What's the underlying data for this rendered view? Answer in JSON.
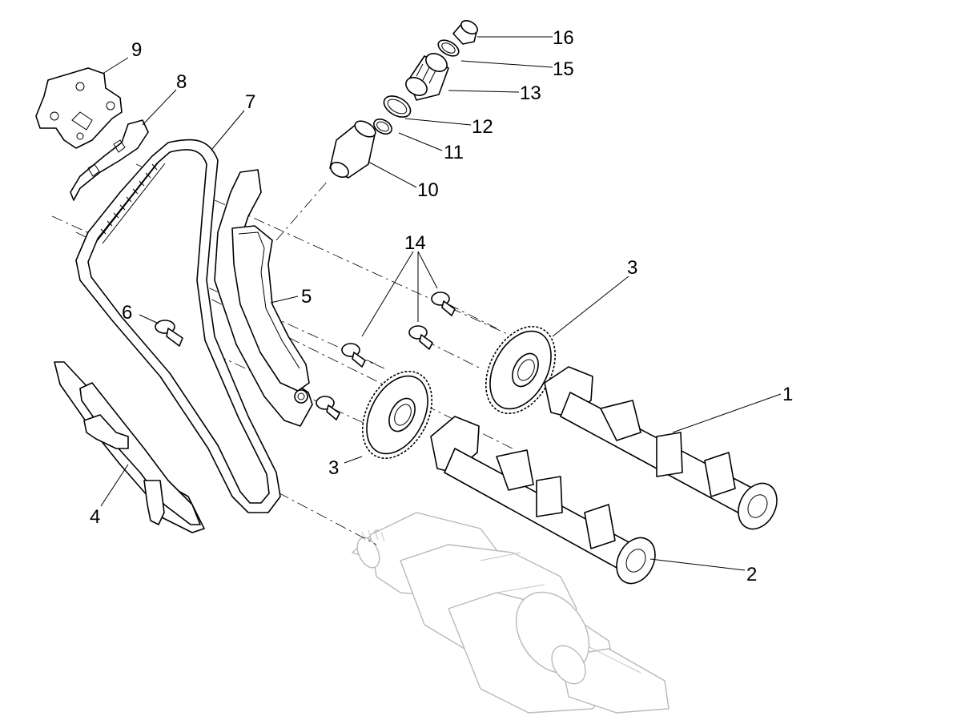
{
  "diagram": {
    "callouts": [
      {
        "id": "c16",
        "text": "16"
      },
      {
        "id": "c15",
        "text": "15"
      },
      {
        "id": "c13",
        "text": "13"
      },
      {
        "id": "c12",
        "text": "12"
      },
      {
        "id": "c11",
        "text": "11"
      },
      {
        "id": "c10",
        "text": "10"
      },
      {
        "id": "c9",
        "text": "9"
      },
      {
        "id": "c8",
        "text": "8"
      },
      {
        "id": "c7",
        "text": "7"
      },
      {
        "id": "c14",
        "text": "14"
      },
      {
        "id": "c3a",
        "text": "3"
      },
      {
        "id": "c5",
        "text": "5"
      },
      {
        "id": "c6",
        "text": "6"
      },
      {
        "id": "c1",
        "text": "1"
      },
      {
        "id": "c3b",
        "text": "3"
      },
      {
        "id": "c4",
        "text": "4"
      },
      {
        "id": "c2",
        "text": "2"
      }
    ]
  }
}
